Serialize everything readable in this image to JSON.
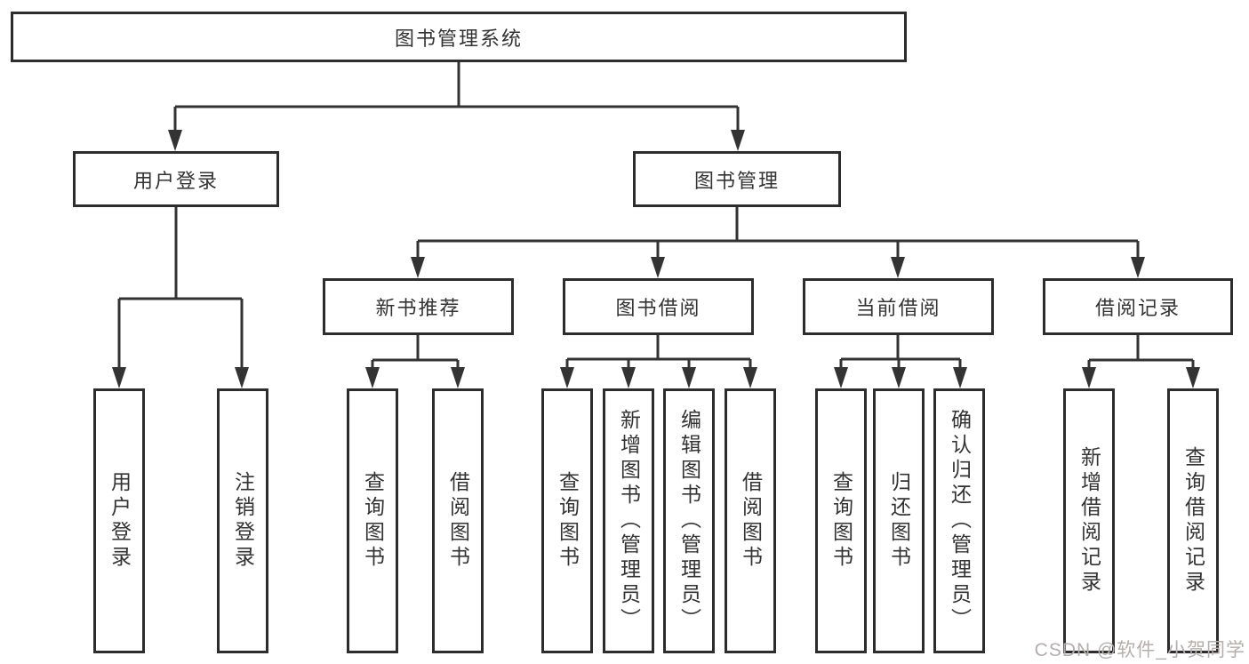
{
  "diagram": {
    "root": {
      "label": "图书管理系统"
    },
    "level2": [
      {
        "label": "用户登录"
      },
      {
        "label": "图书管理"
      }
    ],
    "level3": [
      {
        "label": "新书推荐"
      },
      {
        "label": "图书借阅"
      },
      {
        "label": "当前借阅"
      },
      {
        "label": "借阅记录"
      }
    ],
    "leaves": {
      "user": [
        "用户登录",
        "注销登录"
      ],
      "recommend": [
        "查询图书",
        "借阅图书"
      ],
      "borrow": [
        "查询图书",
        "新增图书（管理员）",
        "编辑图书（管理员）",
        "借阅图书"
      ],
      "current": [
        "查询图书",
        "归还图书",
        "确认归还（管理员）"
      ],
      "records": [
        "新增借阅记录",
        "查询借阅记录"
      ]
    }
  },
  "watermark": "CSDN @软件_小贺同学",
  "colors": {
    "line": "#333333",
    "text": "#333333",
    "box_background": "#ffffff",
    "watermark": "#b5aeae"
  }
}
